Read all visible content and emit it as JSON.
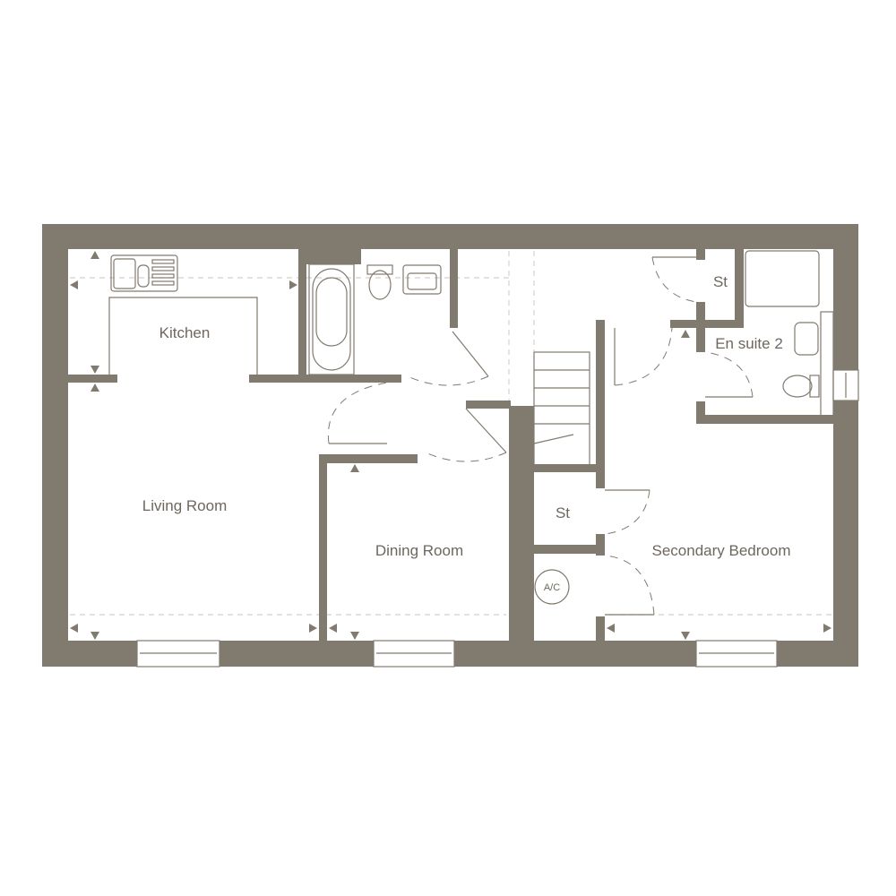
{
  "plan": {
    "colors": {
      "wall": "#817a6e",
      "text": "#6e675d",
      "dashed": "#d4d1cc"
    },
    "rooms": {
      "kitchen": "Kitchen",
      "living_room": "Living Room",
      "dining_room": "Dining Room",
      "store_lower": "St",
      "secondary_bedroom": "Secondary Bedroom",
      "store_upper": "St",
      "en_suite": "En suite 2",
      "airing_cupboard": "A/C"
    }
  }
}
